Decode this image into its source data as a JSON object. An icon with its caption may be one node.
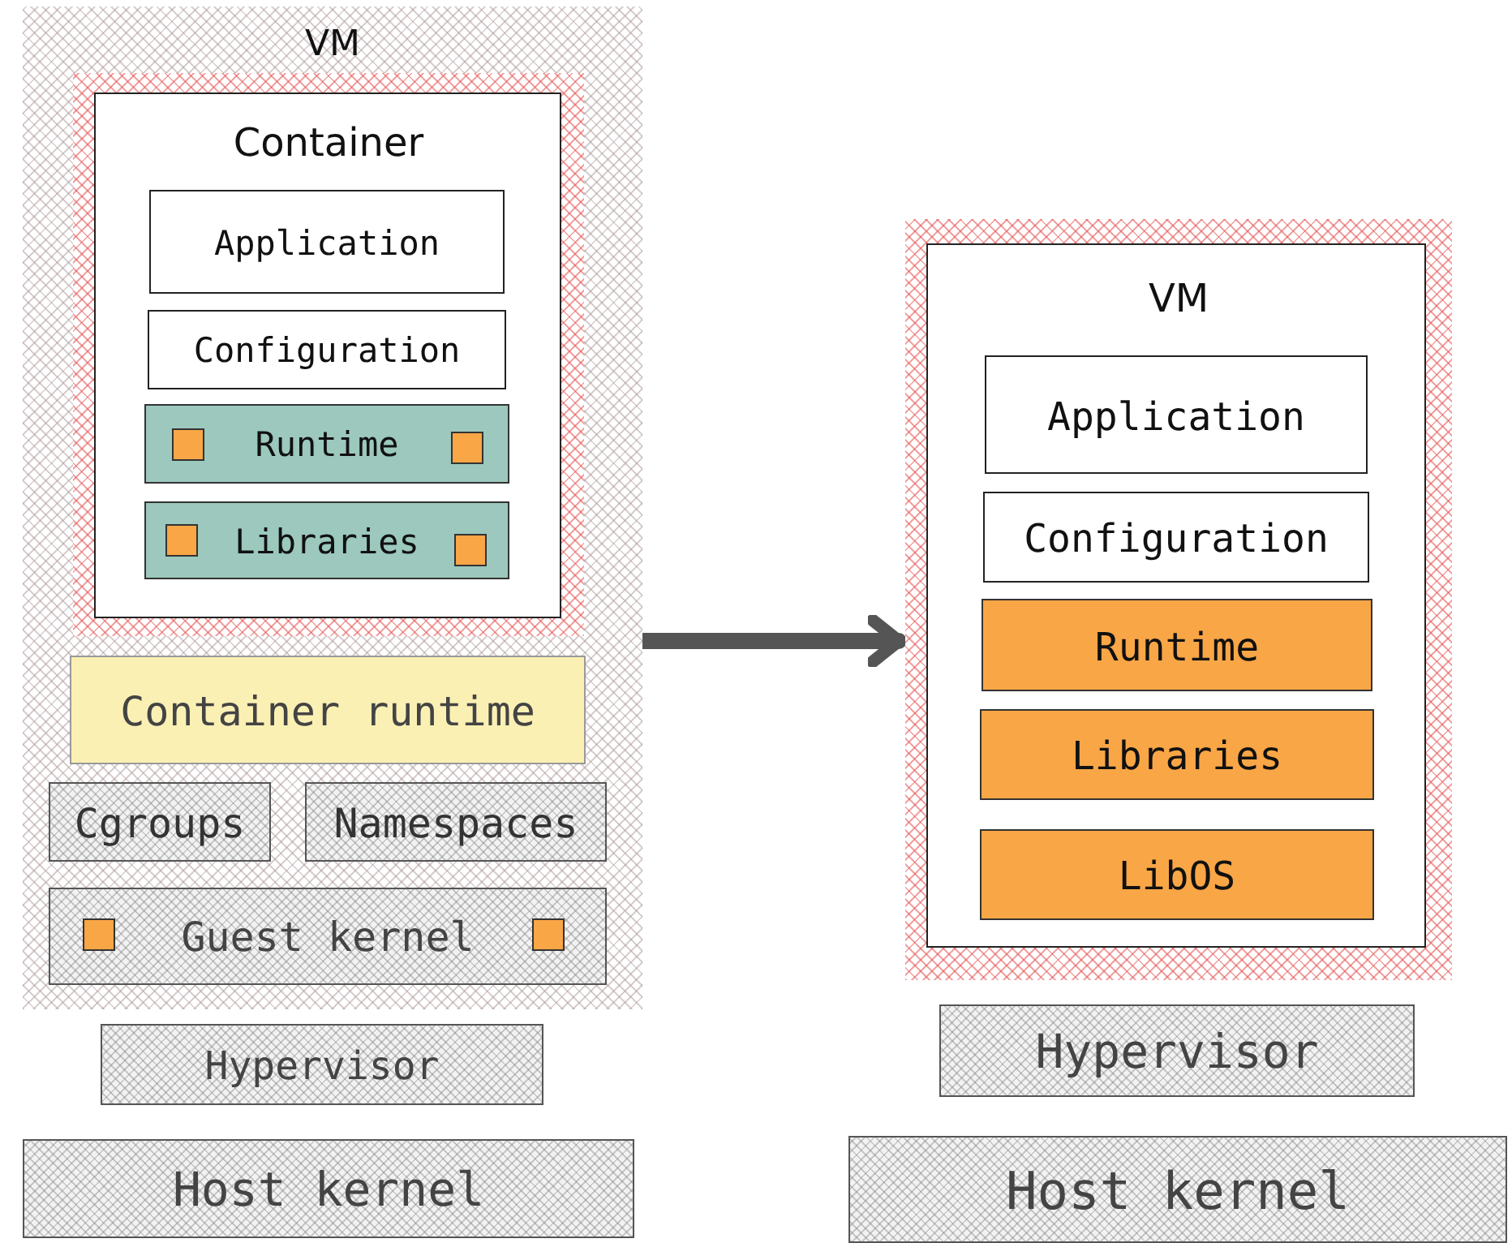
{
  "diagram": {
    "nodes": [
      {
        "text": [
          "VM"
        ]
      },
      {
        "text": [
          "Container"
        ],
        "in": 0
      },
      {
        "text": [
          "Application"
        ],
        "in": 1
      },
      {
        "text": [
          "Configuration"
        ],
        "in": 1
      },
      {
        "text": [
          "Runtime"
        ],
        "in": 1
      },
      {
        "text": [
          "Libraries"
        ],
        "in": 1
      },
      {
        "text": [
          "Container runtime"
        ],
        "in": 0
      },
      {
        "text": [
          "Cgroups"
        ],
        "in": 0
      },
      {
        "text": [
          "Namespaces"
        ],
        "in": 0
      },
      {
        "text": [
          "Guest kernel"
        ],
        "in": 0
      },
      {
        "text": [
          "Hypervisor"
        ]
      },
      {
        "text": [
          "Host kernel"
        ]
      },
      {
        "text": [
          "VM"
        ]
      },
      {
        "text": [
          "Application"
        ],
        "in": 12
      },
      {
        "text": [
          "Configuration"
        ],
        "in": 12
      },
      {
        "text": [
          "Runtime"
        ],
        "in": 12
      },
      {
        "text": [
          "Libraries"
        ],
        "in": 12
      },
      {
        "text": [
          "LibOS"
        ],
        "in": 12
      },
      {
        "text": [
          "Hypervisor"
        ]
      },
      {
        "text": [
          "Host kernel"
        ]
      }
    ],
    "edges": [
      {
        "from": 0,
        "to": 12,
        "arrow": "to"
      }
    ]
  }
}
